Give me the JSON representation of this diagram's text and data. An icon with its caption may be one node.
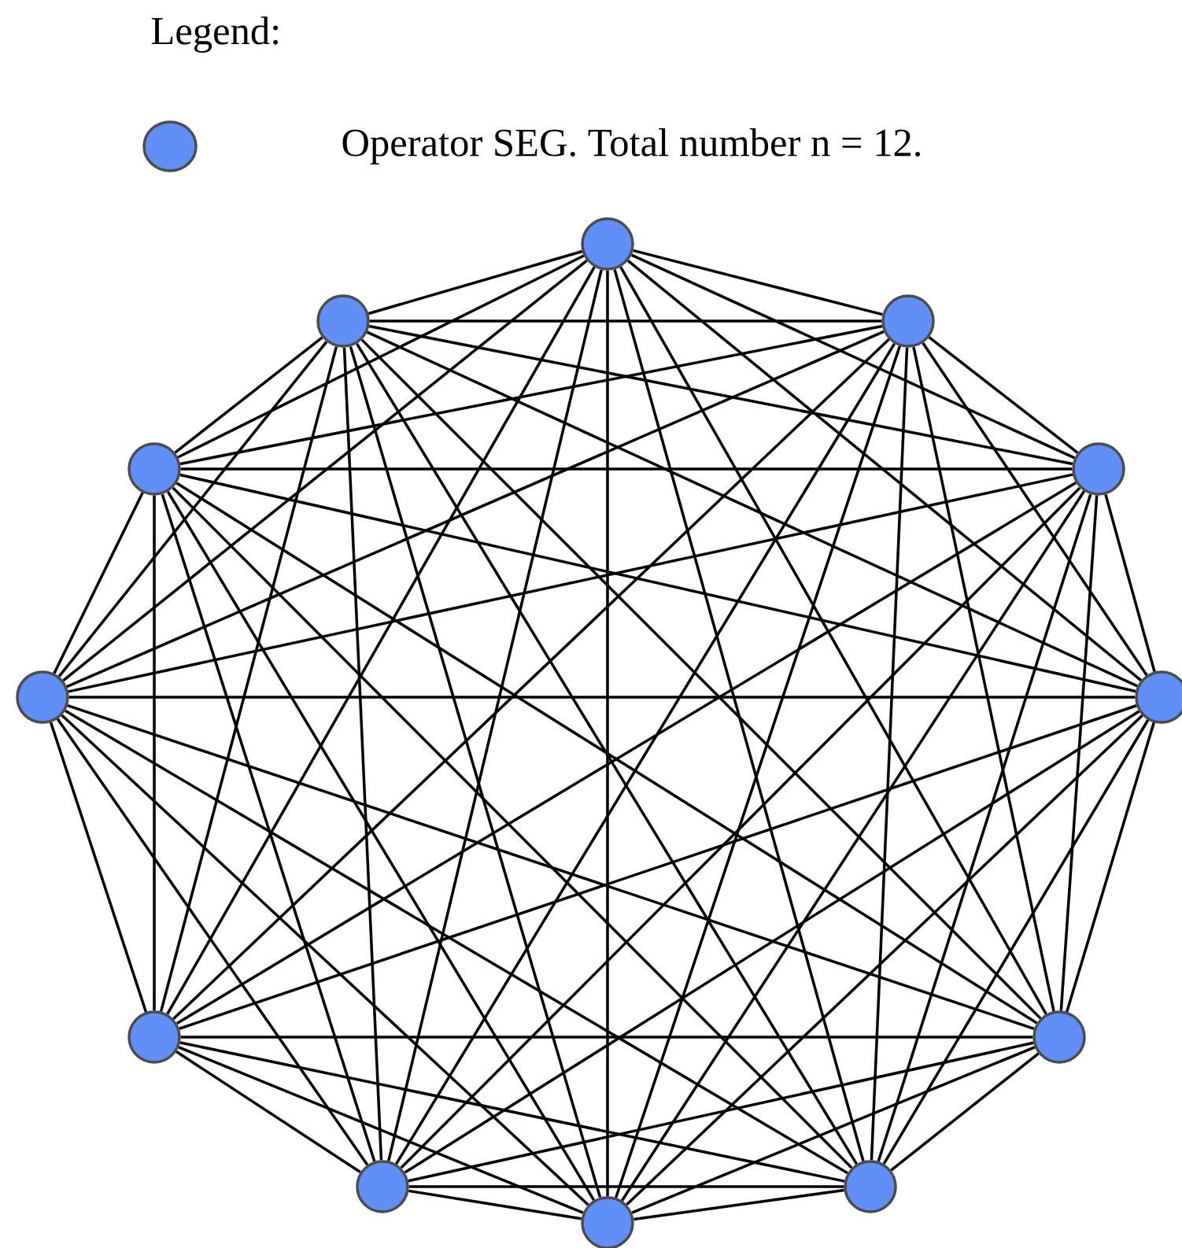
{
  "diagram": {
    "nodes": [
      {
        "text": [],
        "shape": "circle"
      },
      {
        "text": [],
        "shape": "circle"
      },
      {
        "text": [],
        "shape": "circle"
      },
      {
        "text": [],
        "shape": "circle"
      },
      {
        "text": [],
        "shape": "circle"
      },
      {
        "text": [],
        "shape": "circle"
      },
      {
        "text": [],
        "shape": "circle"
      },
      {
        "text": [],
        "shape": "circle"
      },
      {
        "text": [],
        "shape": "circle"
      },
      {
        "text": [],
        "shape": "circle"
      },
      {
        "text": [],
        "shape": "circle"
      },
      {
        "text": [],
        "shape": "circle"
      }
    ],
    "edges": [
      {
        "from": 0,
        "to": 1,
        "arrow": "none"
      },
      {
        "from": 0,
        "to": 2,
        "arrow": "none"
      },
      {
        "from": 0,
        "to": 3,
        "arrow": "none"
      },
      {
        "from": 0,
        "to": 4,
        "arrow": "none"
      },
      {
        "from": 0,
        "to": 5,
        "arrow": "none"
      },
      {
        "from": 0,
        "to": 6,
        "arrow": "none"
      },
      {
        "from": 0,
        "to": 7,
        "arrow": "none"
      },
      {
        "from": 0,
        "to": 8,
        "arrow": "none"
      },
      {
        "from": 0,
        "to": 9,
        "arrow": "none"
      },
      {
        "from": 0,
        "to": 10,
        "arrow": "none"
      },
      {
        "from": 0,
        "to": 11,
        "arrow": "none"
      },
      {
        "from": 1,
        "to": 2,
        "arrow": "none"
      },
      {
        "from": 1,
        "to": 3,
        "arrow": "none"
      },
      {
        "from": 1,
        "to": 4,
        "arrow": "none"
      },
      {
        "from": 1,
        "to": 5,
        "arrow": "none"
      },
      {
        "from": 1,
        "to": 6,
        "arrow": "none"
      },
      {
        "from": 1,
        "to": 7,
        "arrow": "none"
      },
      {
        "from": 1,
        "to": 8,
        "arrow": "none"
      },
      {
        "from": 1,
        "to": 9,
        "arrow": "none"
      },
      {
        "from": 1,
        "to": 10,
        "arrow": "none"
      },
      {
        "from": 1,
        "to": 11,
        "arrow": "none"
      },
      {
        "from": 2,
        "to": 3,
        "arrow": "none"
      },
      {
        "from": 2,
        "to": 4,
        "arrow": "none"
      },
      {
        "from": 2,
        "to": 5,
        "arrow": "none"
      },
      {
        "from": 2,
        "to": 6,
        "arrow": "none"
      },
      {
        "from": 2,
        "to": 7,
        "arrow": "none"
      },
      {
        "from": 2,
        "to": 8,
        "arrow": "none"
      },
      {
        "from": 2,
        "to": 9,
        "arrow": "none"
      },
      {
        "from": 2,
        "to": 10,
        "arrow": "none"
      },
      {
        "from": 2,
        "to": 11,
        "arrow": "none"
      },
      {
        "from": 3,
        "to": 4,
        "arrow": "none"
      },
      {
        "from": 3,
        "to": 5,
        "arrow": "none"
      },
      {
        "from": 3,
        "to": 6,
        "arrow": "none"
      },
      {
        "from": 3,
        "to": 7,
        "arrow": "none"
      },
      {
        "from": 3,
        "to": 8,
        "arrow": "none"
      },
      {
        "from": 3,
        "to": 9,
        "arrow": "none"
      },
      {
        "from": 3,
        "to": 10,
        "arrow": "none"
      },
      {
        "from": 3,
        "to": 11,
        "arrow": "none"
      },
      {
        "from": 4,
        "to": 5,
        "arrow": "none"
      },
      {
        "from": 4,
        "to": 6,
        "arrow": "none"
      },
      {
        "from": 4,
        "to": 7,
        "arrow": "none"
      },
      {
        "from": 4,
        "to": 8,
        "arrow": "none"
      },
      {
        "from": 4,
        "to": 9,
        "arrow": "none"
      },
      {
        "from": 4,
        "to": 10,
        "arrow": "none"
      },
      {
        "from": 4,
        "to": 11,
        "arrow": "none"
      },
      {
        "from": 5,
        "to": 6,
        "arrow": "none"
      },
      {
        "from": 5,
        "to": 7,
        "arrow": "none"
      },
      {
        "from": 5,
        "to": 8,
        "arrow": "none"
      },
      {
        "from": 5,
        "to": 9,
        "arrow": "none"
      },
      {
        "from": 5,
        "to": 10,
        "arrow": "none"
      },
      {
        "from": 5,
        "to": 11,
        "arrow": "none"
      },
      {
        "from": 6,
        "to": 7,
        "arrow": "none"
      },
      {
        "from": 6,
        "to": 8,
        "arrow": "none"
      },
      {
        "from": 6,
        "to": 9,
        "arrow": "none"
      },
      {
        "from": 6,
        "to": 10,
        "arrow": "none"
      },
      {
        "from": 6,
        "to": 11,
        "arrow": "none"
      },
      {
        "from": 7,
        "to": 8,
        "arrow": "none"
      },
      {
        "from": 7,
        "to": 9,
        "arrow": "none"
      },
      {
        "from": 7,
        "to": 10,
        "arrow": "none"
      },
      {
        "from": 7,
        "to": 11,
        "arrow": "none"
      },
      {
        "from": 8,
        "to": 9,
        "arrow": "none"
      },
      {
        "from": 8,
        "to": 10,
        "arrow": "none"
      },
      {
        "from": 8,
        "to": 11,
        "arrow": "none"
      },
      {
        "from": 9,
        "to": 10,
        "arrow": "none"
      },
      {
        "from": 9,
        "to": 11,
        "arrow": "none"
      },
      {
        "from": 10,
        "to": 11,
        "arrow": "none"
      }
    ],
    "labels": [
      "Legend:"
    ],
    "legend": [
      {
        "text": "Operator SEG. Total number n = 12.",
        "color": "#5f8ff7"
      }
    ]
  }
}
